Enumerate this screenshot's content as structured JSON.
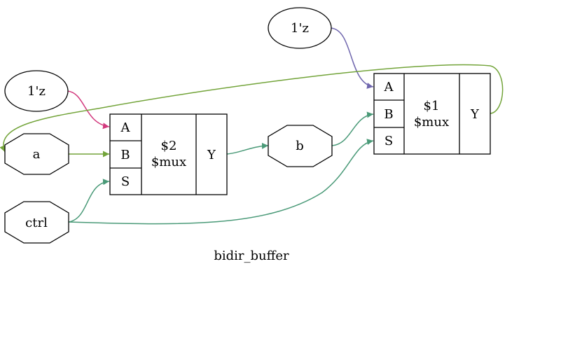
{
  "title": "bidir_buffer",
  "nodes": {
    "const_top": {
      "label": "1'z"
    },
    "const_left": {
      "label": "1'z"
    },
    "port_a": {
      "label": "a"
    },
    "port_ctrl": {
      "label": "ctrl"
    },
    "port_b": {
      "label": "b"
    },
    "mux2": {
      "name": "$2",
      "type": "$mux",
      "in_a": "A",
      "in_b": "B",
      "in_s": "S",
      "out": "Y"
    },
    "mux1": {
      "name": "$1",
      "type": "$mux",
      "in_a": "A",
      "in_b": "B",
      "in_s": "S",
      "out": "Y"
    }
  },
  "colors": {
    "edge_magenta": "#d23a7e",
    "edge_purple": "#7067ae",
    "edge_olive": "#73a43a",
    "edge_teal": "#4a9a78"
  }
}
